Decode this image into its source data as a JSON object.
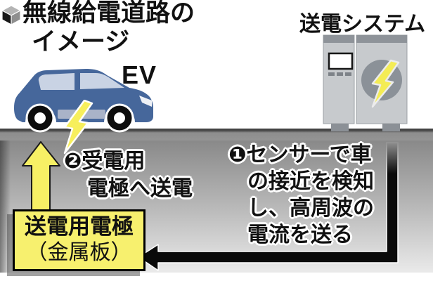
{
  "header": {
    "title_line1": "無線給電道路の",
    "title_line2": "イメージ"
  },
  "scene": {
    "ev_label": "EV",
    "transmitter_label": "送電システム"
  },
  "steps": {
    "step1": {
      "line1": "❶センサーで車",
      "line2": "の接近を検知",
      "line3": "し、高周波の",
      "line4": "電流を送る"
    },
    "step2": {
      "line1": "❷受電用",
      "line2": "電極へ送電"
    }
  },
  "electrode_box": {
    "title": "送電用電極",
    "subtitle": "（金属板）"
  },
  "icons": {
    "bullet": "cube-icon",
    "car_bolt": "lightning-bolt-icon",
    "cabinet_bolt": "lightning-bolt-icon",
    "up_arrow": "up-arrow-icon",
    "flow_arrow": "left-elbow-arrow-icon"
  },
  "colors": {
    "car_blue": "#46679b",
    "window_blue": "#c9d3e4",
    "bolt_yellow": "#f7ef5c",
    "box_yellow": "#f7f06e",
    "road_gray": "#8d8d8d",
    "ground_top_gray": "#898989",
    "ground_bottom_gray": "#eaeaea",
    "cabinet_gray": "#c7cacd",
    "cabinet_dark_gray": "#8e9399",
    "arrow_black": "#0a0a0a"
  }
}
